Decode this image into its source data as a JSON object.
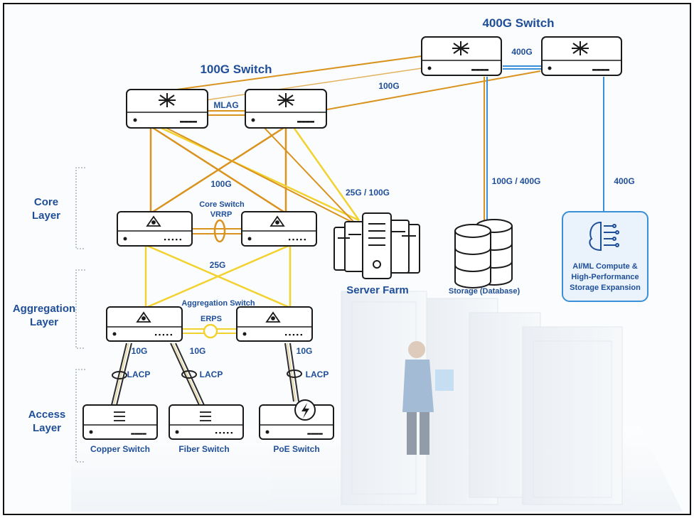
{
  "title_100g": "100G Switch",
  "title_400g": "400G Switch",
  "layers": {
    "core": [
      "Core",
      "Layer"
    ],
    "aggregation": [
      "Aggregation",
      "Layer"
    ],
    "access": [
      "Access",
      "Layer"
    ]
  },
  "links": {
    "mlag": "MLAG",
    "link_400g_top": "400G",
    "link_100g_upper": "100G",
    "link_100g_core": "100G",
    "link_25g_100g": "25G / 100G",
    "link_100g_400g": "100G / 400G",
    "link_400g_ai": "400G",
    "core_switch": [
      "Core Switch",
      "VRRP"
    ],
    "link_25g": "25G",
    "agg_switch": [
      "Aggregation Switch",
      "ERPS"
    ],
    "access_10g": [
      "10G",
      "10G",
      "10G"
    ],
    "lacp": [
      "LACP",
      "LACP",
      "LACP"
    ]
  },
  "nodes": {
    "server_farm": "Server Farm",
    "storage": "Storage (Database)",
    "ai_compute": [
      "AI/ML Compute &",
      "High-Performance",
      "Storage Expansion"
    ],
    "copper_switch": "Copper Switch",
    "fiber_switch": "Fiber Switch",
    "poe_switch": "PoE Switch"
  },
  "colors": {
    "orange": "#D9931E",
    "yellow": "#F2D22E",
    "blue": "#3A8FD9",
    "label_blue": "#1F4E99"
  }
}
